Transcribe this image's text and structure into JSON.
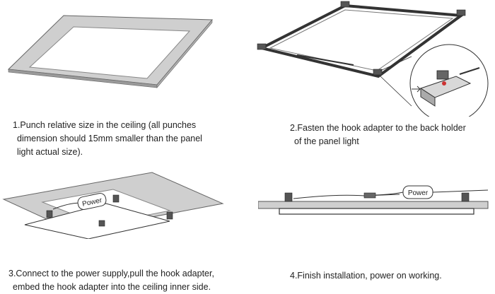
{
  "steps": [
    {
      "lines": [
        "1.Punch relative size in the ceiling (all punches",
        "dimension should  15mm smaller than the panel",
        "light actual size)."
      ]
    },
    {
      "lines": [
        "2.Fasten the hook adapter to the back holder",
        "of the panel light"
      ]
    },
    {
      "lines": [
        "3.Connect to the power supply,pull the hook adapter,",
        "embed the hook adapter into the ceiling inner side."
      ]
    },
    {
      "lines": [
        "4.Finish installation, power on working."
      ]
    }
  ],
  "labels": {
    "power_fig3": "Power",
    "power_fig4": "Power"
  }
}
